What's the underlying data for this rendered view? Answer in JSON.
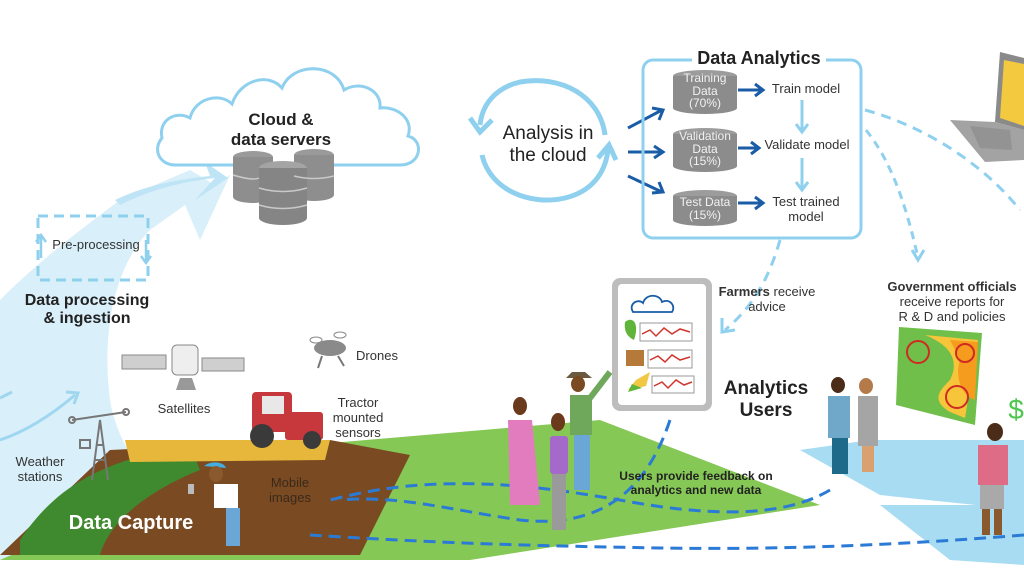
{
  "diagram": {
    "cloud": {
      "title_line1": "Cloud &",
      "title_line2": "data servers"
    },
    "processing": {
      "step": "Pre-processing",
      "title_line1": "Data processing",
      "title_line2": "& ingestion"
    },
    "analysis_cycle": {
      "line1": "Analysis in",
      "line2": "the cloud"
    },
    "data_analytics": {
      "title": "Data Analytics",
      "datasets": [
        {
          "line1": "Training",
          "line2": "Data",
          "line3": "(70%)"
        },
        {
          "line1": "Validation",
          "line2": "Data",
          "line3": "(15%)"
        },
        {
          "line1": "Test Data",
          "line2": "(15%)"
        }
      ],
      "steps": [
        {
          "line1": "Train model"
        },
        {
          "line1": "Validate model"
        },
        {
          "line1": "Test trained",
          "line2": "model"
        }
      ]
    },
    "data_capture": {
      "title": "Data Capture",
      "sources": {
        "satellites": "Satellites",
        "drones": "Drones",
        "tractor_line1": "Tractor",
        "tractor_line2": "mounted",
        "tractor_line3": "sensors",
        "weather_line1": "Weather",
        "weather_line2": "stations",
        "mobile_line1": "Mobile",
        "mobile_line2": "images"
      }
    },
    "analytics_users": {
      "title_line1": "Analytics",
      "title_line2": "Users",
      "farmers_bold": "Farmers",
      "farmers_rest": " receive",
      "farmers_line2": "advice",
      "gov_bold": "Government officials",
      "gov_line2": "receive reports for",
      "gov_line3": "R & D and policies",
      "feedback_line1": "Users provide feedback on",
      "feedback_line2": "analytics and new data",
      "currency_symbol": "$"
    },
    "colors": {
      "light_blue": "#8fd0ef",
      "flow_blue": "#cdebf8",
      "dark_blue": "#1a5da6",
      "dash_blue": "#2b7bd6",
      "server_gray": "#8e8e8e",
      "field_green": "#7cc24f",
      "soil_brown": "#7a4a22",
      "text_dark": "#222222"
    }
  }
}
